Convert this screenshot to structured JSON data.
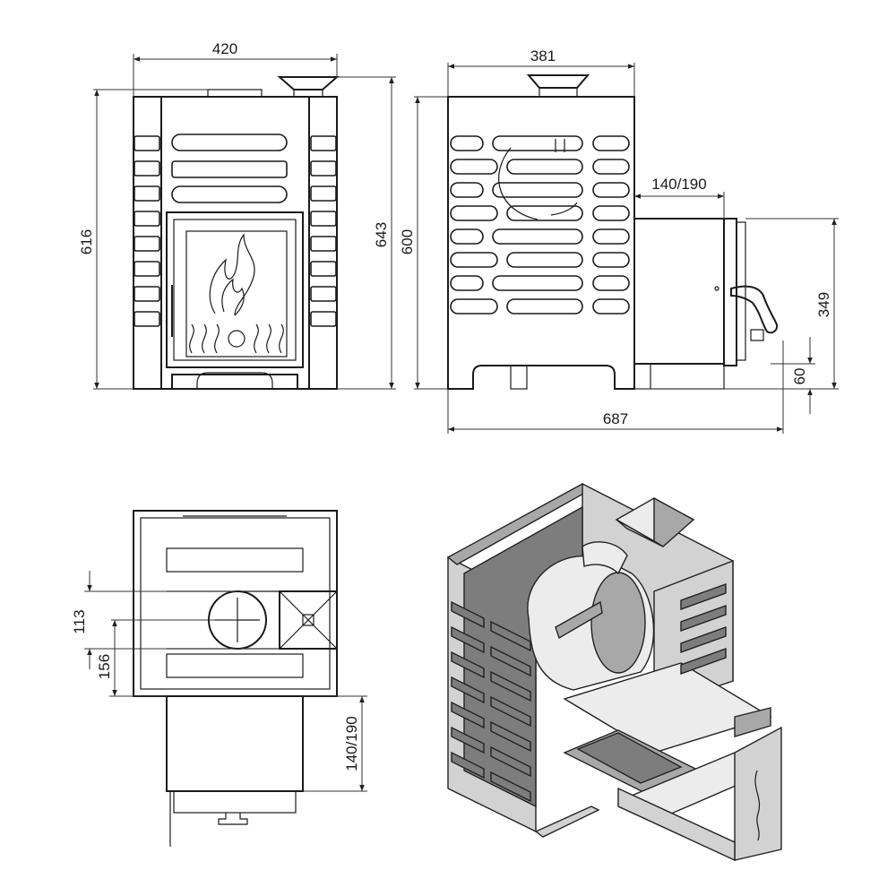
{
  "dimensions": {
    "front_width": "420",
    "front_height": "616",
    "total_height": "643",
    "side_height": "600",
    "side_depth": "381",
    "total_depth": "687",
    "tunnel_length_top": "140/190",
    "tunnel_height": "349",
    "tunnel_base": "60",
    "top_offset_1": "113",
    "top_offset_2": "156",
    "tunnel_length_plan": "140/190"
  }
}
